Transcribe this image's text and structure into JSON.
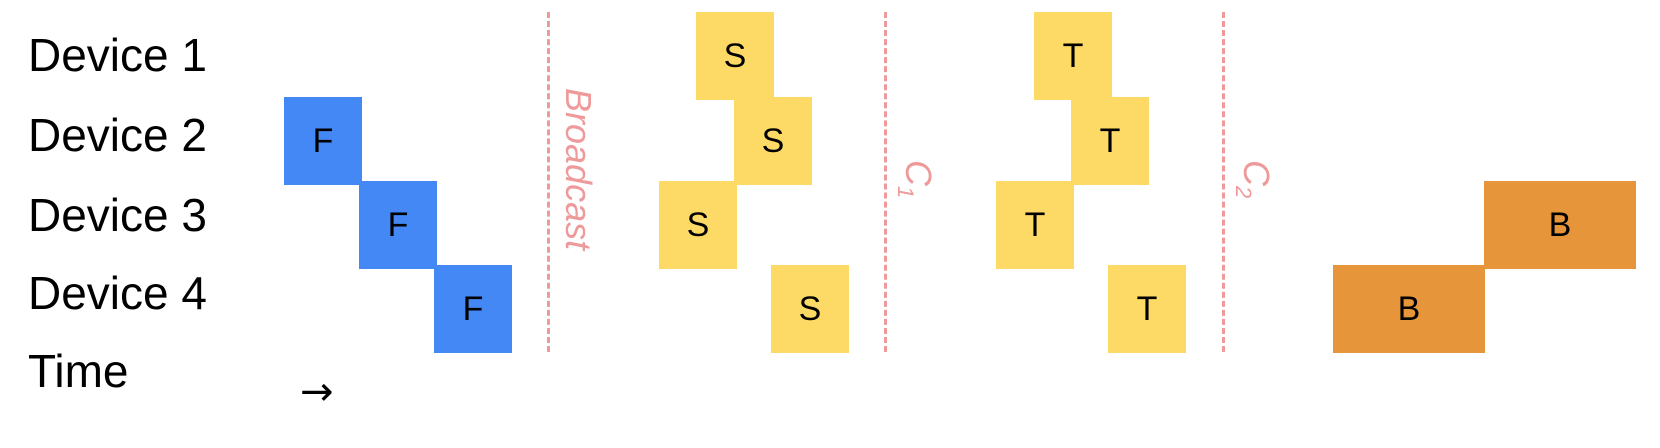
{
  "rows": {
    "device1": "Device 1",
    "device2": "Device 2",
    "device3": "Device 3",
    "device4": "Device 4",
    "time": "Time"
  },
  "time_arrow": "→",
  "colors": {
    "forward": "#4488f5",
    "middle": "#fdd966",
    "backward": "#e6953a",
    "divider": "#ee9a9a"
  },
  "blocks": {
    "f_label": "F",
    "s_label": "S",
    "t_label": "T",
    "b_label": "B"
  },
  "dividers": {
    "broadcast": "Broadcast",
    "c1_main": "C",
    "c1_sub": "1",
    "c2_main": "C",
    "c2_sub": "2"
  }
}
